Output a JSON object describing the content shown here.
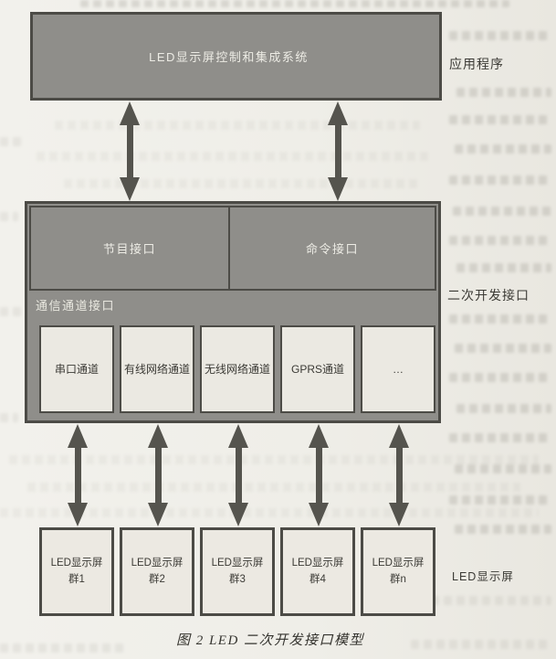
{
  "figure": {
    "application_layer": {
      "system_box": "LED显示屏控制和集成系统",
      "side_label": "应用程序"
    },
    "sdk_layer": {
      "program_interface": "节目接口",
      "command_interface": "命令接口",
      "channel_section_title": "通信通道接口",
      "channels": [
        "串口通道",
        "有线网络通道",
        "无线网络通道",
        "GPRS通道",
        "…"
      ],
      "side_label": "二次开发接口"
    },
    "display_layer": {
      "groups": [
        {
          "line1": "LED显示屏",
          "line2": "群1"
        },
        {
          "line1": "LED显示屏",
          "line2": "群2"
        },
        {
          "line1": "LED显示屏",
          "line2": "群3"
        },
        {
          "line1": "LED显示屏",
          "line2": "群4"
        },
        {
          "line1": "LED显示屏",
          "line2": "群n"
        }
      ],
      "side_label": "LED显示屏"
    },
    "caption": "图 2  LED 二次开发接口模型"
  },
  "colors": {
    "box_fill": "#8f8e8a",
    "box_border": "#4c4b46",
    "arrow": "#55544e",
    "white_box_fill": "#ebe9e2",
    "paper": "#efeee8",
    "box_text": "#edece5",
    "dark_text": "#3b3a35"
  }
}
